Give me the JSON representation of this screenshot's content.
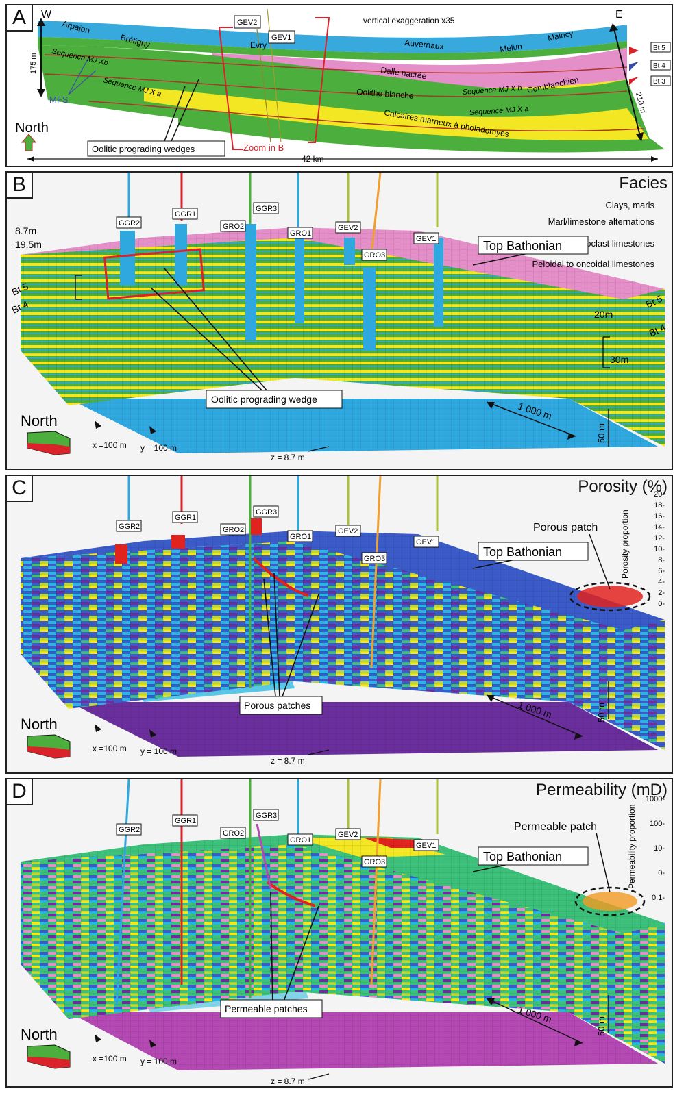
{
  "panelA": {
    "letter": "A",
    "west": "W",
    "east": "E",
    "places": [
      "Arpajon",
      "Brétigny",
      "Evry",
      "Auvernaux",
      "Melun",
      "Maincy"
    ],
    "wells": [
      "GEV2",
      "GEV1"
    ],
    "exaggeration": "vertical exaggeration x35",
    "units": {
      "dalle": "Dalle nacrée",
      "comblanchien": "Comblanchien",
      "oolithe": "Oolithe blanche",
      "calcaires": "Calcaires marneux à pholadomyes"
    },
    "sequences": {
      "w_b": "Sequence MJ Xb",
      "w_a": "Sequence MJ X a",
      "e_b": "Sequence MJ X b",
      "e_a": "Sequence MJ X a"
    },
    "mfs": "MFS",
    "height_left": "175 m",
    "height_right": "210 m",
    "length": "42 km",
    "north": "North",
    "wedges": "Oolitic prograding wedges",
    "zoom": "Zoom in B",
    "bt": [
      "Bt 5",
      "Bt 4",
      "Bt 3"
    ]
  },
  "panelB": {
    "letter": "B",
    "title": "Facies",
    "wells": [
      "GGR2",
      "GGR1",
      "GGR3",
      "GRO2",
      "GRO1",
      "GEV2",
      "GRO3",
      "GEV1"
    ],
    "legend": [
      "Clays, marls",
      "Marl/limestone alternations",
      "Ooid/bioclast limestones",
      "Peloidal to oncoidal limestones"
    ],
    "top": "Top Bathonian",
    "thick_a": "8.7m",
    "thick_b": "19.5m",
    "thick_c": "20m",
    "thick_d": "30m",
    "bt_left": [
      "Bt 5",
      "Bt 4"
    ],
    "bt_right": [
      "Bt 5",
      "Bt 4"
    ],
    "wedge": "Oolitic prograding wedge",
    "scale_h": "1 000 m",
    "scale_v": "50 m",
    "north": "North",
    "x": "x =100 m",
    "y": "y = 100 m",
    "z": "z = 8.7 m"
  },
  "panelC": {
    "letter": "C",
    "title": "Porosity (%)",
    "wells": [
      "GGR2",
      "GGR1",
      "GGR3",
      "GRO2",
      "GRO1",
      "GEV2",
      "GRO3",
      "GEV1"
    ],
    "patch": "Porous patch",
    "top": "Top Bathonian",
    "patches": "Porous patches",
    "axis_title": "Porosity proportion",
    "ticks": [
      "20",
      "18",
      "16",
      "14",
      "12",
      "10",
      "8",
      "6",
      "4",
      "2",
      "0"
    ],
    "scale_h": "1 000 m",
    "scale_v": "50 m",
    "north": "North",
    "x": "x =100 m",
    "y": "y = 100 m",
    "z": "z = 8.7 m"
  },
  "panelD": {
    "letter": "D",
    "title": "Permeability (mD)",
    "wells": [
      "GGR2",
      "GGR1",
      "GGR3",
      "GRO2",
      "GRO1",
      "GEV2",
      "GRO3",
      "GEV1"
    ],
    "patch": "Permeable patch",
    "top": "Top Bathonian",
    "patches": "Permeable patches",
    "axis_title": "Permeability proportion",
    "ticks": [
      "1000",
      "100",
      "10",
      "0",
      "0.1"
    ],
    "scale_h": "1 000 m",
    "scale_v": "50 m",
    "north": "North",
    "x": "x =100 m",
    "y": "y = 100 m",
    "z": "z = 8.7 m"
  },
  "colors": {
    "clay": "#2fa8df",
    "marl": "#4cae3c",
    "ooid": "#f2e722",
    "peloid": "#e58fc9",
    "red_frame": "#d9222a",
    "porosity_scale": [
      "#6a2f9c",
      "#3a5bc8",
      "#25b7e0",
      "#3cc07a",
      "#b8d83a",
      "#f2e722",
      "#f29a22",
      "#e0231e"
    ]
  }
}
